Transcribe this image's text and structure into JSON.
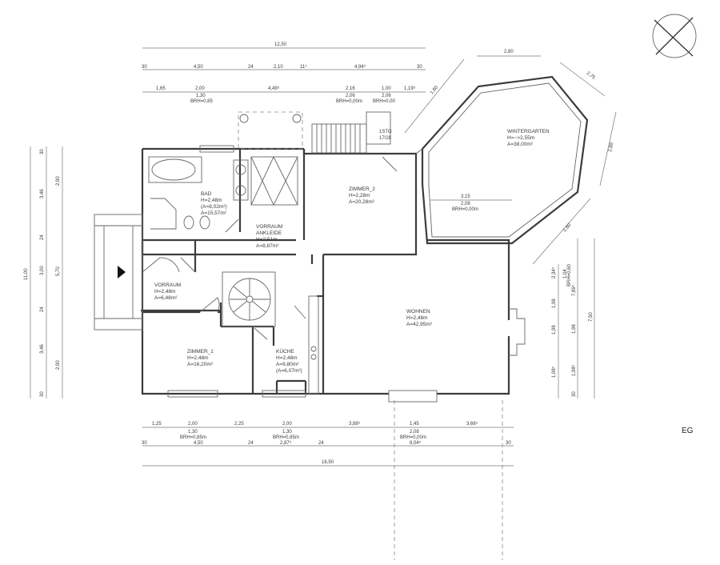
{
  "level_label": "EG",
  "rooms": {
    "bad": [
      "BAD",
      "H=2,48m",
      "(A=8,02m²)",
      "A=15,57m²"
    ],
    "ankleide": [
      "VORRAUM",
      "ANKLEIDE",
      "H=2,51m",
      "A=8,87m²"
    ],
    "zimmer2": [
      "ZIMMER_2",
      "H=2,28m",
      "A=20,28m²"
    ],
    "wintergarten": [
      "WINTERGARTEN",
      "H=~>2,55m",
      "A=38,00m²"
    ],
    "vorraum": [
      "VORRAUM",
      "H=2,48m",
      "A=6,48m²"
    ],
    "zimmer1": [
      "ZIMMER_1",
      "H=2,48m",
      "A=16,20m²"
    ],
    "kueche": [
      "KÜCHE",
      "H=2,48m",
      "A=9,80m²",
      "(A=6,07m²)"
    ],
    "wohnen": [
      "WOHNEN",
      "H=2,48m",
      "A=42,95m²"
    ],
    "stg": [
      "1STG",
      "17/28"
    ]
  },
  "dims": {
    "top_total": "12,50",
    "top_row2": [
      "30",
      "4,50",
      "24",
      "2,10",
      "11⁵",
      "4,94⁵",
      "30"
    ],
    "top_row3": [
      "1,65",
      "2,00",
      "4,49⁵",
      "2,16",
      "1,00",
      "1,19⁵"
    ],
    "top_row3_sub": [
      "1,30",
      "BRH=0,85",
      "2,06",
      "BRH=0,00m",
      "2,06",
      "BRH=0,00"
    ],
    "left_outer": "11,00",
    "left_mid": [
      "2,90",
      "5,70",
      "2,90"
    ],
    "left_inner": [
      "30",
      "3,46",
      "24",
      "3,00",
      "24",
      "3,46",
      "30"
    ],
    "bottom_row1": [
      "1,25",
      "2,00",
      "2,25",
      "2,00",
      "3,88⁵",
      "1,45",
      "3,66⁵"
    ],
    "bottom_row1_sub": [
      "1,30",
      "BRH=0,85m",
      "1,30",
      "BRH=0,85m",
      "2,08",
      "BRH=0,00m"
    ],
    "bottom_row2": [
      "30",
      "4,50",
      "24",
      "2,87⁵",
      "24",
      "8,04⁵",
      "30"
    ],
    "bottom_total": "16,50",
    "right_outer": "7,50",
    "right_mid": [
      "2,34⁵",
      "1,98",
      "1,98",
      "1,98⁵",
      "30"
    ],
    "right_inner": [
      "1,04",
      "BRH=0,60",
      "7,89⁵",
      "1,98",
      "1,98⁵"
    ],
    "wg_dims": [
      "2,80",
      "2,75",
      "2,80",
      "1,80",
      "1,80"
    ],
    "wg_window": [
      "3,15",
      "2,08",
      "BRH=0,00m"
    ]
  }
}
